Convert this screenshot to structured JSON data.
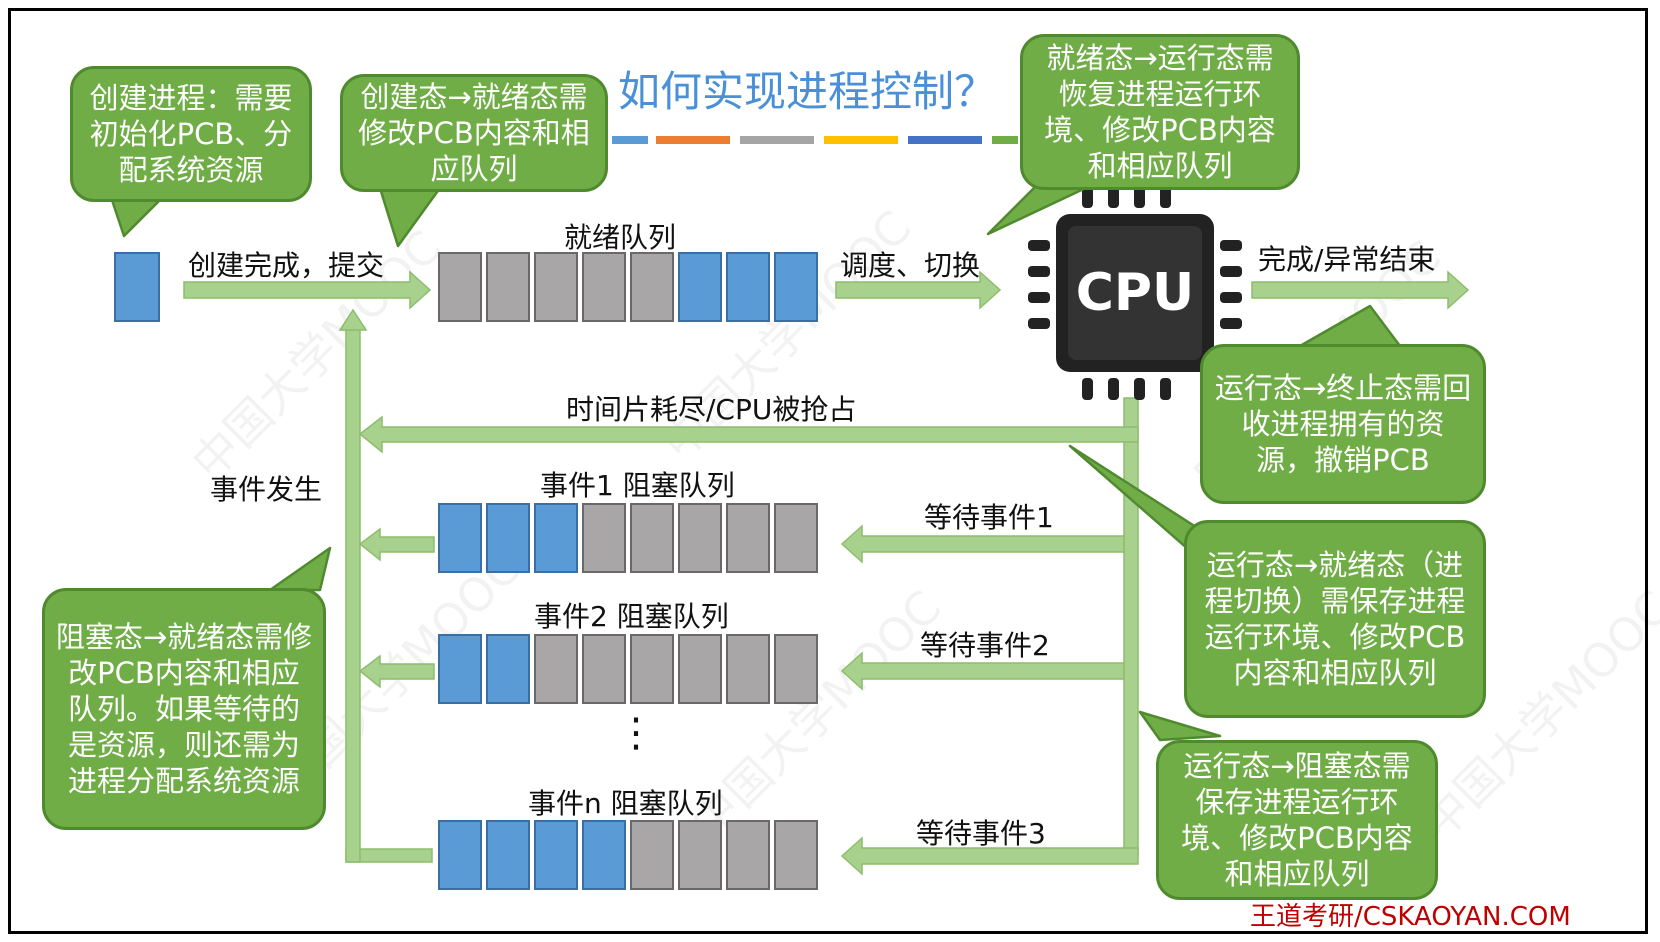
{
  "title": "如何实现进程控制？",
  "callouts": {
    "create_process": "创建进程：需要初始化PCB、分配系统资源",
    "new_to_ready": "创建态→就绪态需修改PCB内容和相应队列",
    "ready_to_running": "就绪态→运行态需恢复进程运行环境、修改PCB内容和相应队列",
    "running_to_terminated": "运行态→终止态需回收进程拥有的资源，撤销PCB",
    "running_to_ready": "运行态→就绪态（进程切换）需保存进程运行环境、修改PCB内容和相应队列",
    "running_to_blocked": "运行态→阻塞态需保存进程运行环境、修改PCB内容和相应队列",
    "blocked_to_ready": "阻塞态→就绪态需修改PCB内容和相应队列。如果等待的是资源，则还需为进程分配系统资源"
  },
  "labels": {
    "create_done": "创建完成，提交",
    "ready_queue": "就绪队列",
    "schedule_switch": "调度、切换",
    "complete_abnormal": "完成/异常结束",
    "timeslice_preempt": "时间片耗尽/CPU被抢占",
    "event_occurs": "事件发生",
    "blocked_queue_1": "事件1 阻塞队列",
    "blocked_queue_2": "事件2 阻塞队列",
    "blocked_queue_n": "事件n 阻塞队列",
    "wait_event_1": "等待事件1",
    "wait_event_2": "等待事件2",
    "wait_event_3": "等待事件3",
    "ellipsis": "⋮"
  },
  "cpu_label": "CPU",
  "credit": "王道考研/CSKAOYAN.COM",
  "watermarks": [
    "中国大学MOOC",
    "中国大学MOOC",
    "中国大学MOOC",
    "中国大学MOOC",
    "中国大学MOOC",
    "中国大学MOOC"
  ],
  "colors": {
    "queue_blue": "#5b9bd5",
    "queue_gray": "#a8a6a6",
    "arrow_green": "#a9d18e",
    "callout_green": "#70ad47",
    "title_blue": "#4a90d9",
    "credit_red": "#c00000"
  },
  "queues": {
    "ready": [
      "gray",
      "gray",
      "gray",
      "gray",
      "gray",
      "blue",
      "blue",
      "blue"
    ],
    "blocked_1": [
      "blue",
      "blue",
      "blue",
      "gray",
      "gray",
      "gray",
      "gray",
      "gray"
    ],
    "blocked_2": [
      "blue",
      "blue",
      "gray",
      "gray",
      "gray",
      "gray",
      "gray",
      "gray"
    ],
    "blocked_n": [
      "blue",
      "blue",
      "blue",
      "blue",
      "gray",
      "gray",
      "gray",
      "gray"
    ]
  },
  "title_dash_colors": [
    "#5b9bd5",
    "#ed7d31",
    "#a5a5a5",
    "#ffc000",
    "#4472c4",
    "#70ad47"
  ]
}
